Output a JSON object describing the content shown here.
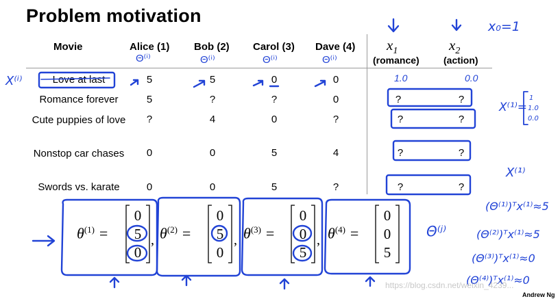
{
  "slide": {
    "title": "Problem motivation",
    "author": "Andrew Ng",
    "watermark": "https://blog.csdn.net/weixin_4239..."
  },
  "table": {
    "headers": [
      "Movie",
      "Alice (1)",
      "Bob (2)",
      "Carol (3)",
      "Dave (4)"
    ],
    "features": [
      {
        "symbol": "x",
        "sub": "1",
        "label": "(romance)"
      },
      {
        "symbol": "x",
        "sub": "2",
        "label": "(action)"
      }
    ],
    "rows": [
      {
        "movie": "Love at last",
        "ratings": [
          "5",
          "5",
          "0",
          "0"
        ],
        "features": [
          "1.0",
          "0.0"
        ]
      },
      {
        "movie": "Romance forever",
        "ratings": [
          "5",
          "?",
          "?",
          "0"
        ],
        "features": [
          "?",
          "?"
        ]
      },
      {
        "movie": "Cute puppies of love",
        "ratings": [
          "?",
          "4",
          "0",
          "?"
        ],
        "features": [
          "?",
          "?"
        ]
      },
      {
        "movie": "Nonstop car chases",
        "ratings": [
          "0",
          "0",
          "5",
          "4"
        ],
        "features": [
          "?",
          "?"
        ]
      },
      {
        "movie": "Swords vs. karate",
        "ratings": [
          "0",
          "0",
          "5",
          "?"
        ],
        "features": [
          "?",
          "?"
        ]
      }
    ]
  },
  "thetas": [
    {
      "label": "θ",
      "sup": "(1)",
      "values": [
        "0",
        "5",
        "0"
      ]
    },
    {
      "label": "θ",
      "sup": "(2)",
      "values": [
        "0",
        "5",
        "0"
      ]
    },
    {
      "label": "θ",
      "sup": "(3)",
      "values": [
        "0",
        "0",
        "5"
      ]
    },
    {
      "label": "θ",
      "sup": "(4)",
      "values": [
        "0",
        "0",
        "5"
      ]
    }
  ],
  "annotations": {
    "x0": "x₀=1",
    "x_i_left": "X⁽ⁱ⁾",
    "theta_head": "Θ⁽ⁱ⁾",
    "x_vector": "X⁽¹⁾=",
    "x_vector_values": [
      "1",
      "1.0",
      "0.0"
    ],
    "x1_label": "X⁽¹⁾",
    "theta_j": "Θ⁽ʲ⁾",
    "approx": [
      "(Θ⁽¹⁾)ᵀx⁽¹⁾≈5",
      "(Θ⁽²⁾)ᵀx⁽¹⁾≈5",
      "(Θ⁽³⁾)ᵀx⁽¹⁾≈0",
      "(Θ⁽⁴⁾)ᵀx⁽¹⁾≈0"
    ]
  }
}
